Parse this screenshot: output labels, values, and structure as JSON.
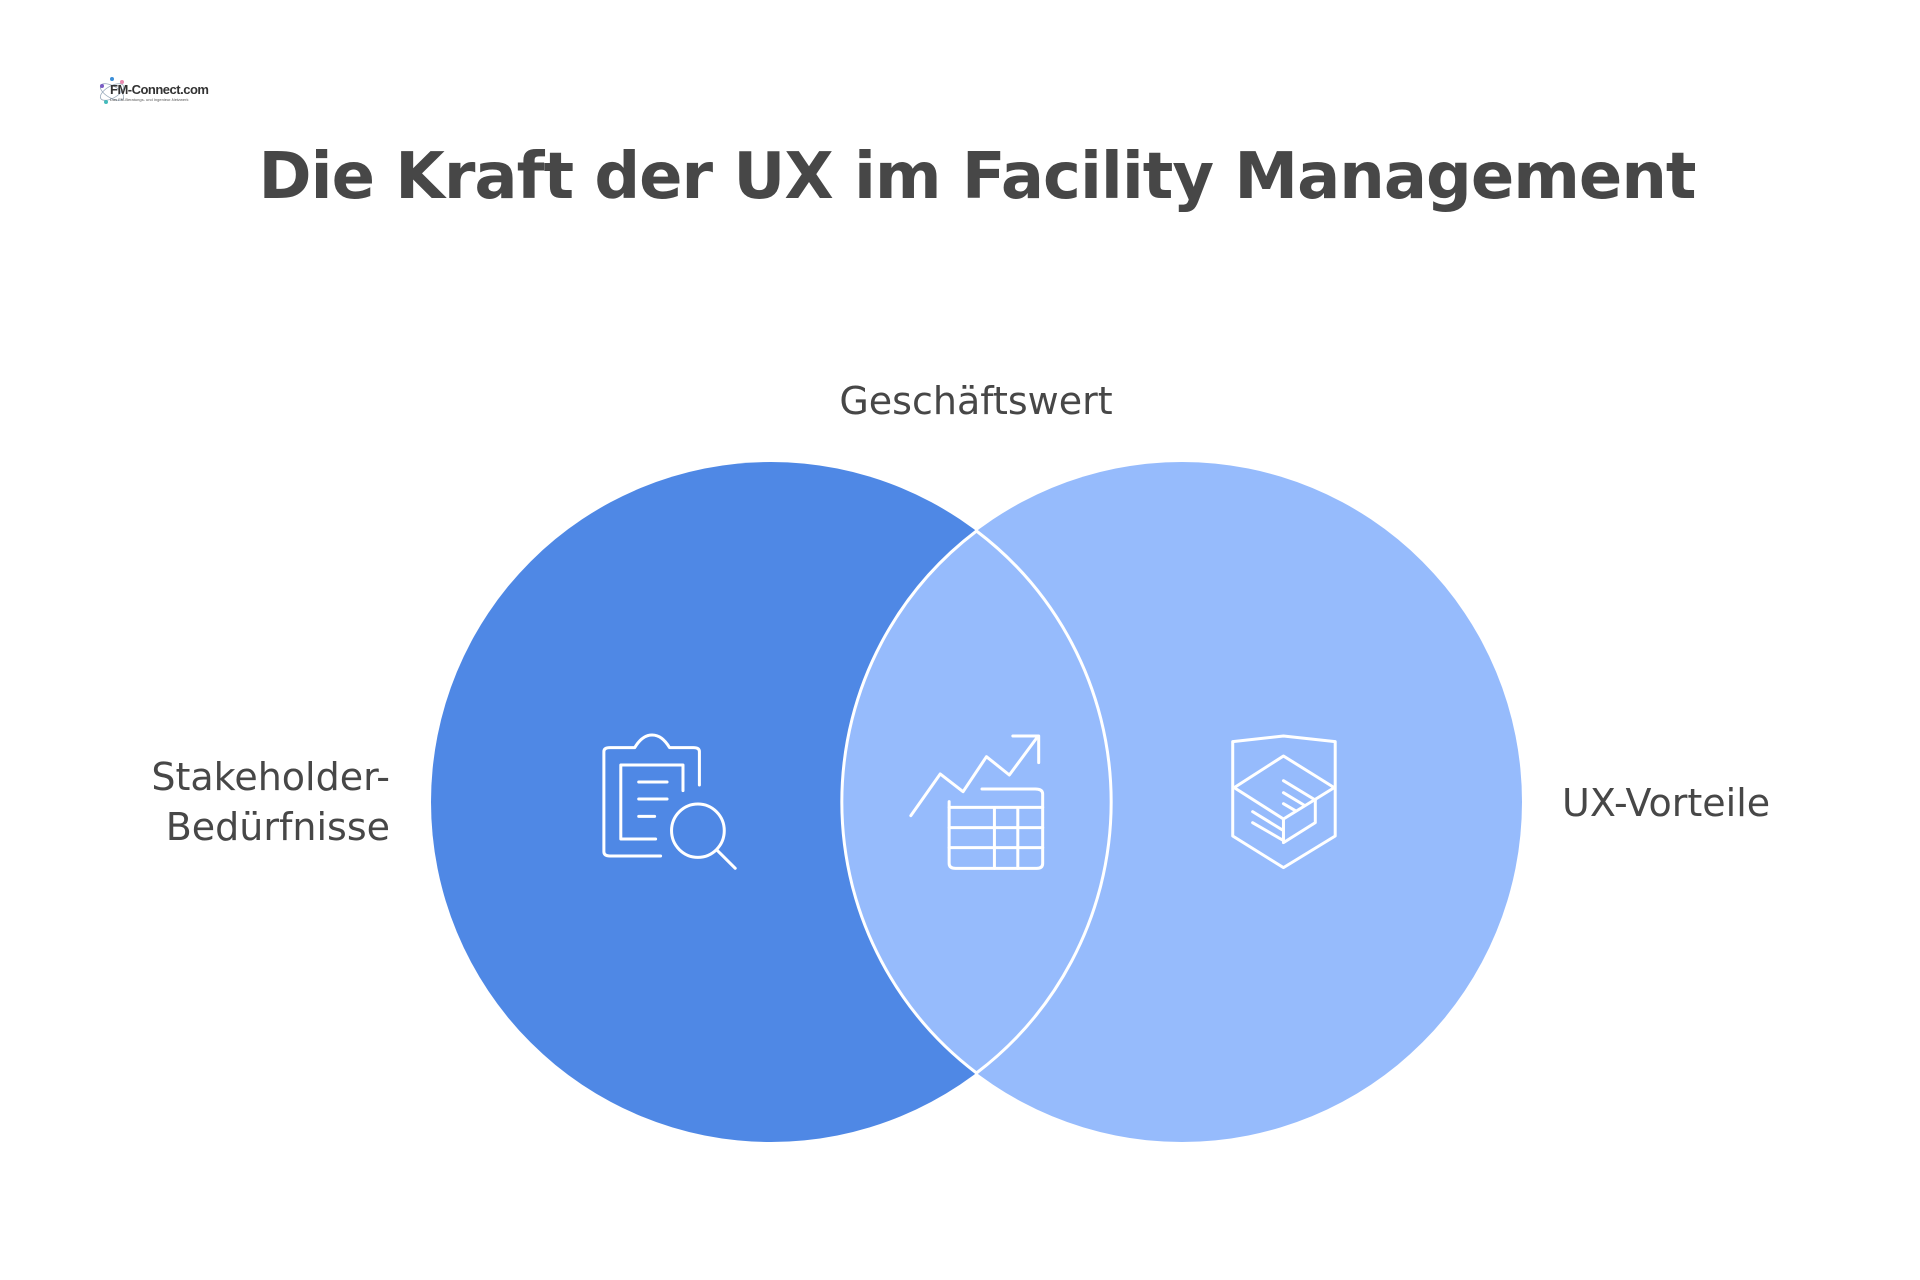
{
  "logo": {
    "text": "FM-Connect.com",
    "tagline": "Das FM-Beratungs- und Ingenieur-Netzwerk"
  },
  "title": "Die Kraft der UX im Facility Management",
  "venn": {
    "left": {
      "label_line1": "Stakeholder-",
      "label_line2": "Bedürfnisse",
      "icon": "clipboard-search-icon",
      "color": "#4f88e5"
    },
    "right": {
      "label": "UX-Vorteile",
      "icon": "shield-cube-icon",
      "color": "#96bbfc"
    },
    "intersection": {
      "label": "Geschäftswert",
      "icon": "chart-table-icon",
      "color": "#96bbfc"
    }
  }
}
